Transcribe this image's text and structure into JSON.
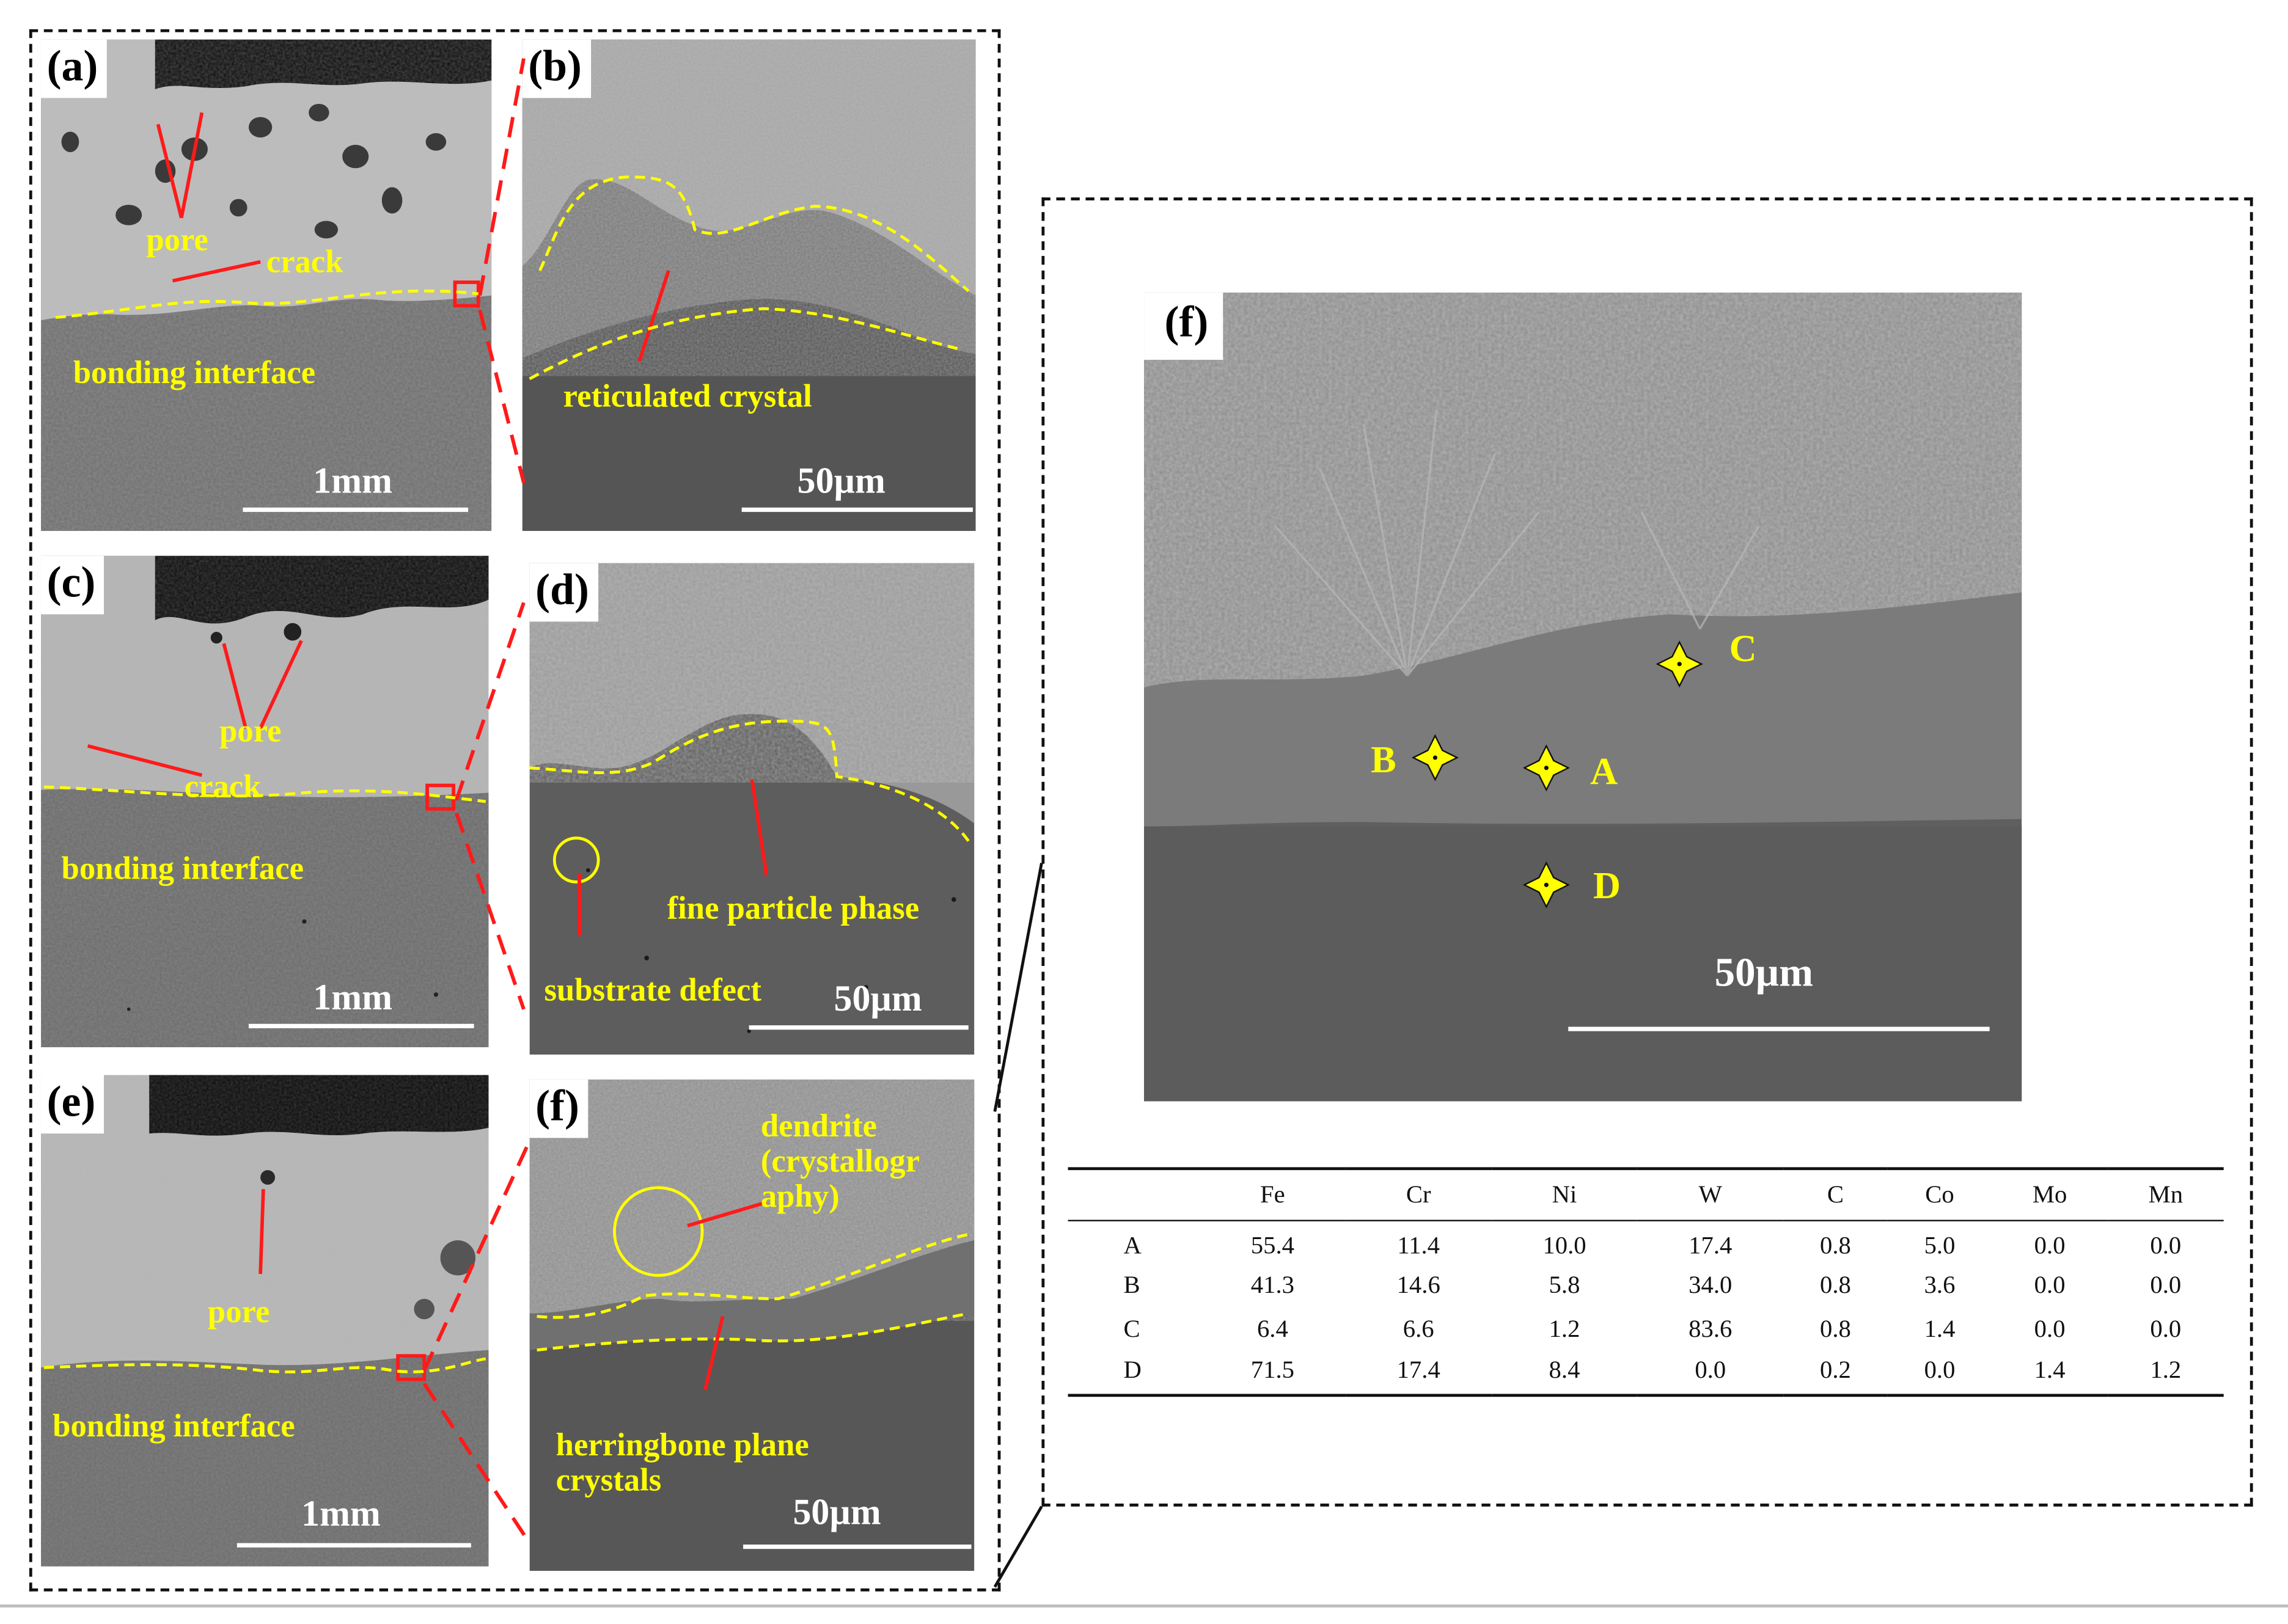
{
  "figure": {
    "panels": {
      "a": {
        "label": "(a)",
        "scale": "1mm",
        "annotations": [
          "pore",
          "crack",
          "bonding interface"
        ]
      },
      "b": {
        "label": "(b)",
        "scale": "50µm",
        "annotations": [
          "reticulated crystal"
        ]
      },
      "c": {
        "label": "(c)",
        "scale": "1mm",
        "annotations": [
          "pore",
          "crack",
          "bonding interface"
        ]
      },
      "d": {
        "label": "(d)",
        "scale": "50µm",
        "annotations": [
          "fine particle phase",
          "substrate defect"
        ]
      },
      "e": {
        "label": "(e)",
        "scale": "1mm",
        "annotations": [
          "pore",
          "bonding interface"
        ]
      },
      "f": {
        "label": "(f)",
        "scale": "50µm",
        "annotations": [
          "dendrite (crystallogr aphy)",
          "herringbone plane crystals"
        ]
      },
      "f_zoom": {
        "label": "(f)",
        "scale": "50µm",
        "points": [
          "A",
          "B",
          "C",
          "D"
        ]
      }
    },
    "table": {
      "headers": [
        "",
        "Fe",
        "Cr",
        "Ni",
        "W",
        "C",
        "Co",
        "Mo",
        "Mn"
      ],
      "rows": [
        [
          "A",
          "55.4",
          "11.4",
          "10.0",
          "17.4",
          "0.8",
          "5.0",
          "0.0",
          "0.0"
        ],
        [
          "B",
          "41.3",
          "14.6",
          "5.8",
          "34.0",
          "0.8",
          "3.6",
          "0.0",
          "0.0"
        ],
        [
          "C",
          "6.4",
          "6.6",
          "1.2",
          "83.6",
          "0.8",
          "1.4",
          "0.0",
          "0.0"
        ],
        [
          "D",
          "71.5",
          "17.4",
          "8.4",
          "0.0",
          "0.2",
          "0.0",
          "1.4",
          "1.2"
        ]
      ]
    }
  }
}
